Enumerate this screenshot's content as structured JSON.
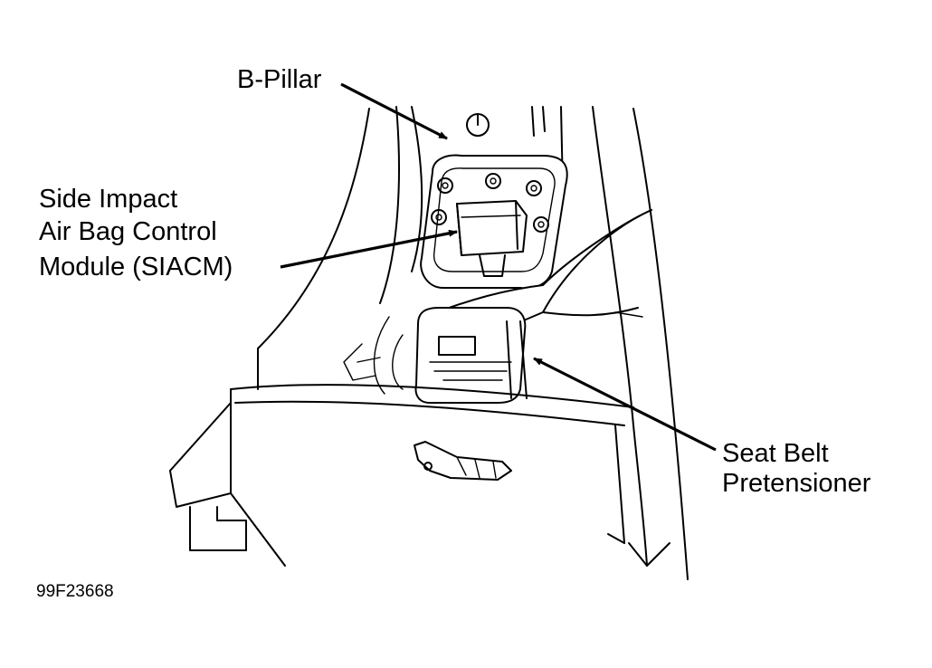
{
  "labels": {
    "b_pillar": "B-Pillar",
    "siacm_line1": "Side Impact",
    "siacm_line2": "Air Bag Control",
    "siacm_line3": "Module (SIACM)",
    "pretensioner_line1": "Seat Belt",
    "pretensioner_line2": "Pretensioner"
  },
  "figure_id": "99F23668",
  "colors": {
    "line": "#000000",
    "background": "#ffffff"
  }
}
